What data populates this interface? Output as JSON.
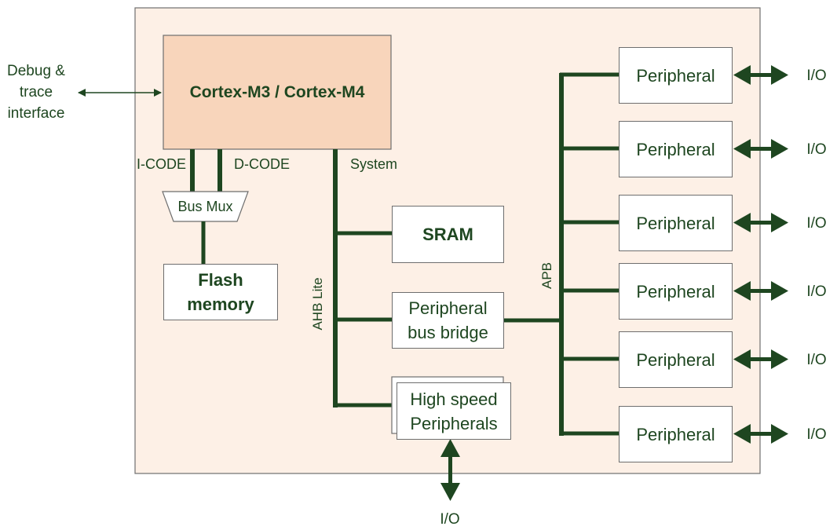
{
  "colors": {
    "chip_fill": "#fdf0e6",
    "cpu_fill": "#f8d5bb",
    "bus_green": "#1e4620",
    "text_green": "#1e4620",
    "border_gray": "#6e6e6e"
  },
  "external": {
    "debug_line1": "Debug &",
    "debug_line2": "trace",
    "debug_line3": "interface"
  },
  "cpu": {
    "label": "Cortex-M3 / Cortex-M4"
  },
  "buses": {
    "icode": "I-CODE",
    "dcode": "D-CODE",
    "system": "System",
    "ahb_lite": "AHB Lite",
    "apb": "APB"
  },
  "bus_mux": {
    "label": "Bus Mux"
  },
  "flash": {
    "line1": "Flash",
    "line2": "memory"
  },
  "sram": {
    "label": "SRAM"
  },
  "bridge": {
    "line1": "Peripheral",
    "line2": "bus bridge"
  },
  "high_speed": {
    "line1": "High speed",
    "line2": "Peripherals",
    "io": "I/O"
  },
  "apb_peripherals": [
    {
      "label": "Peripheral",
      "io": "I/O"
    },
    {
      "label": "Peripheral",
      "io": "I/O"
    },
    {
      "label": "Peripheral",
      "io": "I/O"
    },
    {
      "label": "Peripheral",
      "io": "I/O"
    },
    {
      "label": "Peripheral",
      "io": "I/O"
    },
    {
      "label": "Peripheral",
      "io": "I/O"
    }
  ]
}
